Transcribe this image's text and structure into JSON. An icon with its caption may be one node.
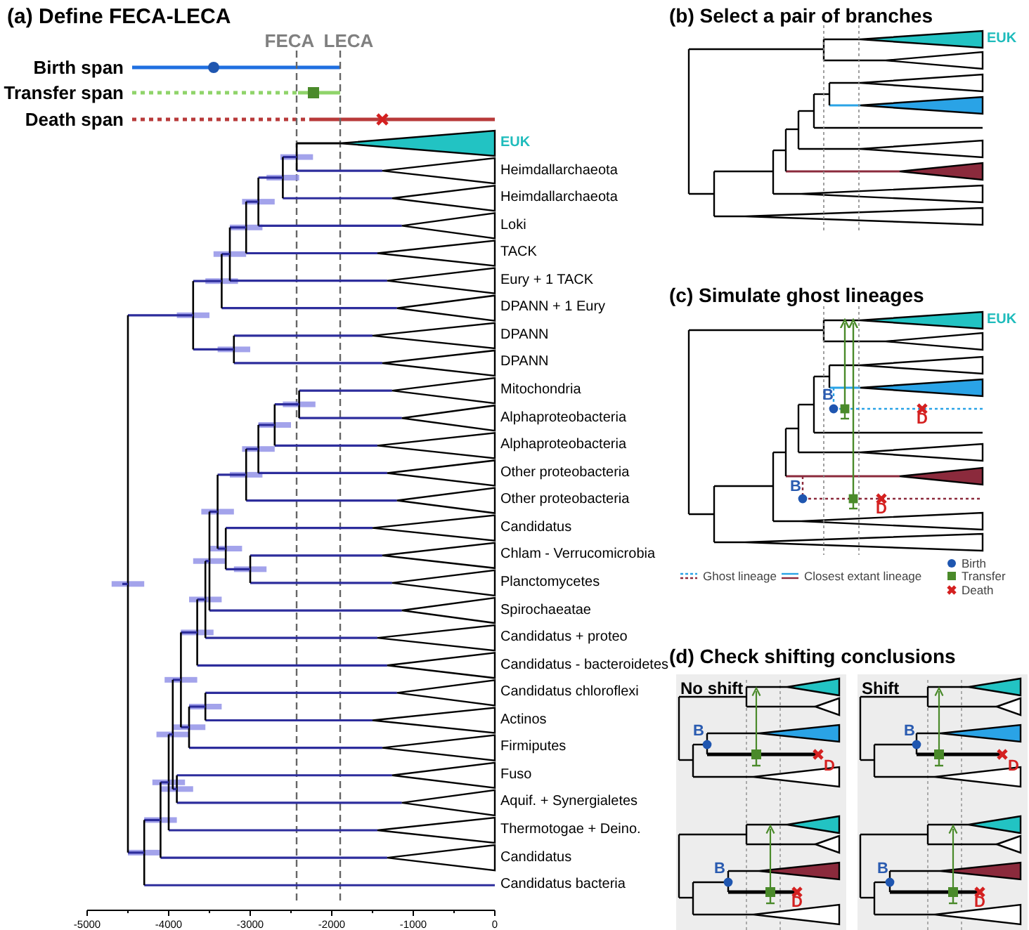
{
  "diagram": {
    "nodes": [
      {
        "text": [
          "No shift"
        ]
      },
      {
        "text": [
          "Shift"
        ]
      }
    ],
    "labels": [
      "(a) Define FECA-LECA",
      "FECA",
      "LECA",
      "Birth span",
      "Transfer span",
      "Death span",
      "EUK",
      "Heimdallarchaeota",
      "Heimdallarchaeota",
      "Loki",
      "TACK",
      "Eury + 1 TACK",
      "DPANN + 1 Eury",
      "DPANN",
      "DPANN",
      "Mitochondria",
      "Alphaproteobacteria",
      "Alphaproteobacteria",
      "Other proteobacteria",
      "Other proteobacteria",
      "Candidatus",
      "Chlam - Verrucomicrobia",
      "Planctomycetes",
      "Spirochaeatae",
      "Candidatus + proteo",
      "Candidatus - bacteroidetes",
      "Candidatus chloroflexi",
      "Actinos",
      "Firmiputes",
      "Fuso",
      "Aquif. + Synergialetes",
      "Thermotogae + Deino.",
      "Candidatus",
      "Candidatus bacteria",
      "-5000",
      "-4000",
      "-3000",
      "-2000",
      "-1000",
      "0",
      "(b) Select a pair of branches",
      "EUK",
      "(c) Simulate ghost lineages",
      "EUK",
      "B",
      "D",
      "B",
      "D",
      "(d) Check shifting conclusions",
      "B",
      "D",
      "B",
      "D",
      "B",
      "D",
      "B",
      "D"
    ],
    "legend": [
      {
        "text": "Ghost lineage"
      },
      {
        "text": "Closest extant lineage"
      },
      {
        "text": "Birth"
      },
      {
        "text": "Transfer"
      },
      {
        "text": "Death"
      }
    ]
  }
}
